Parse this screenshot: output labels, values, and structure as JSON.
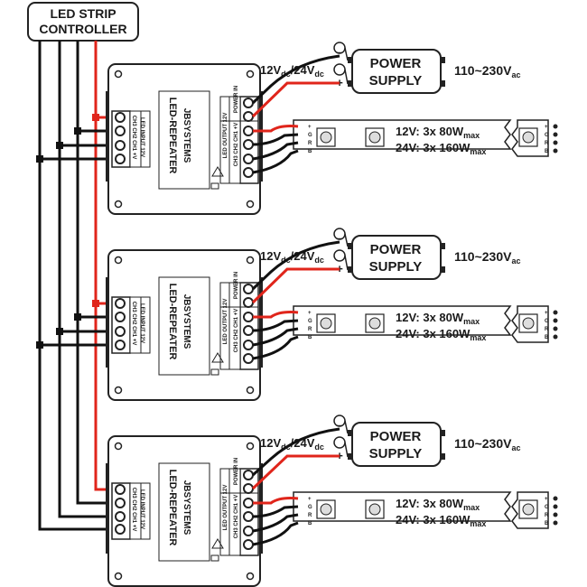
{
  "controller": {
    "line1": "LED STRIP",
    "line2": "CONTROLLER"
  },
  "repeater": {
    "name": "LED-REPEATER",
    "brand": "JBSYSTEMS",
    "input_header": "LED INPUT 12V",
    "input_pins": "CH3 CH2 CH1 +V",
    "output_header": "LED OUTPUT 12V",
    "output_pins": "CH3 CH2 CH1 +V",
    "power_label": "POWER IN"
  },
  "supply": {
    "line1": "POWER",
    "line2": "SUPPLY",
    "in_12": "12V",
    "in_dc1": "dc",
    "in_sep": "/",
    "in_24": "24V",
    "in_dc2": "dc",
    "out": "110~230V",
    "out_ac": "ac",
    "minus": "−",
    "plus": "+"
  },
  "strip": {
    "line1_a": "12V: 3x 80W",
    "line1_b": "max",
    "line2_a": "24V: 3x 160W",
    "line2_b": "max",
    "pins": [
      "+",
      "G",
      "R",
      "B"
    ]
  },
  "colors": {
    "red": "#e0251b",
    "black": "#111111",
    "outline": "#222222"
  }
}
